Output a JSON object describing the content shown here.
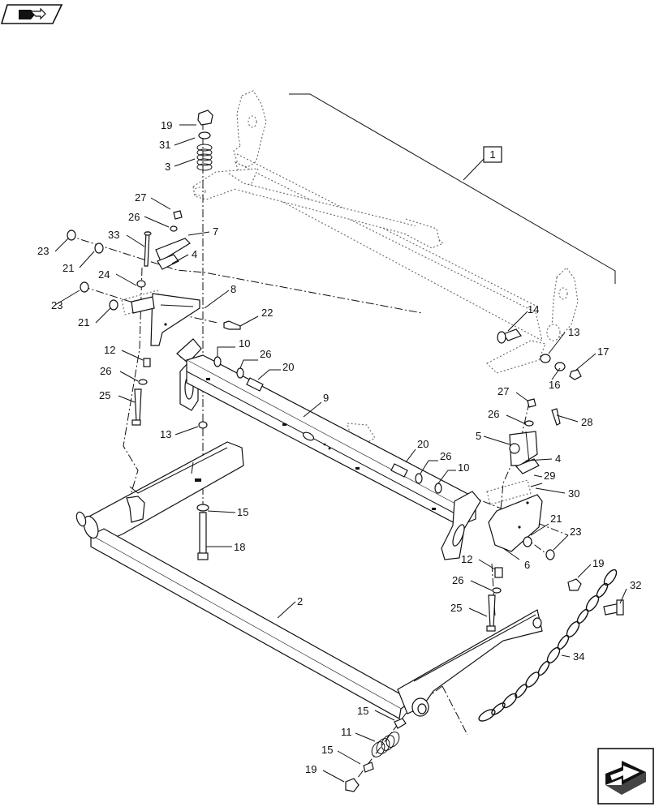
{
  "assembly_ref": "1",
  "callouts": [
    {
      "id": "c-19a",
      "text": "19"
    },
    {
      "id": "c-31",
      "text": "31"
    },
    {
      "id": "c-3",
      "text": "3"
    },
    {
      "id": "c-27a",
      "text": "27"
    },
    {
      "id": "c-26a",
      "text": "26"
    },
    {
      "id": "c-7",
      "text": "7"
    },
    {
      "id": "c-33",
      "text": "33"
    },
    {
      "id": "c-4a",
      "text": "4"
    },
    {
      "id": "c-23a",
      "text": "23"
    },
    {
      "id": "c-21a",
      "text": "21"
    },
    {
      "id": "c-24",
      "text": "24"
    },
    {
      "id": "c-23b",
      "text": "23"
    },
    {
      "id": "c-21b",
      "text": "21"
    },
    {
      "id": "c-8",
      "text": "8"
    },
    {
      "id": "c-22",
      "text": "22"
    },
    {
      "id": "c-12a",
      "text": "12"
    },
    {
      "id": "c-10a",
      "text": "10"
    },
    {
      "id": "c-26b",
      "text": "26"
    },
    {
      "id": "c-20a",
      "text": "20"
    },
    {
      "id": "c-26c",
      "text": "26"
    },
    {
      "id": "c-25a",
      "text": "25"
    },
    {
      "id": "c-9",
      "text": "9"
    },
    {
      "id": "c-13a",
      "text": "13"
    },
    {
      "id": "c-15a",
      "text": "15"
    },
    {
      "id": "c-18",
      "text": "18"
    },
    {
      "id": "c-2",
      "text": "2"
    },
    {
      "id": "c-14",
      "text": "14"
    },
    {
      "id": "c-13b",
      "text": "13"
    },
    {
      "id": "c-17",
      "text": "17"
    },
    {
      "id": "c-16",
      "text": "16"
    },
    {
      "id": "c-27b",
      "text": "27"
    },
    {
      "id": "c-28",
      "text": "28"
    },
    {
      "id": "c-26d",
      "text": "26"
    },
    {
      "id": "c-5",
      "text": "5"
    },
    {
      "id": "c-4b",
      "text": "4"
    },
    {
      "id": "c-20b",
      "text": "20"
    },
    {
      "id": "c-26e",
      "text": "26"
    },
    {
      "id": "c-10b",
      "text": "10"
    },
    {
      "id": "c-29",
      "text": "29"
    },
    {
      "id": "c-30",
      "text": "30"
    },
    {
      "id": "c-21c",
      "text": "21"
    },
    {
      "id": "c-23c",
      "text": "23"
    },
    {
      "id": "c-6",
      "text": "6"
    },
    {
      "id": "c-12b",
      "text": "12"
    },
    {
      "id": "c-26f",
      "text": "26"
    },
    {
      "id": "c-25b",
      "text": "25"
    },
    {
      "id": "c-19b",
      "text": "19"
    },
    {
      "id": "c-32",
      "text": "32"
    },
    {
      "id": "c-34",
      "text": "34"
    },
    {
      "id": "c-15b",
      "text": "15"
    },
    {
      "id": "c-11",
      "text": "11"
    },
    {
      "id": "c-15c",
      "text": "15"
    },
    {
      "id": "c-19c",
      "text": "19"
    }
  ],
  "icons": {
    "top_left": "part-catalog-icon",
    "bottom_right": "next-page-arrow-icon"
  }
}
